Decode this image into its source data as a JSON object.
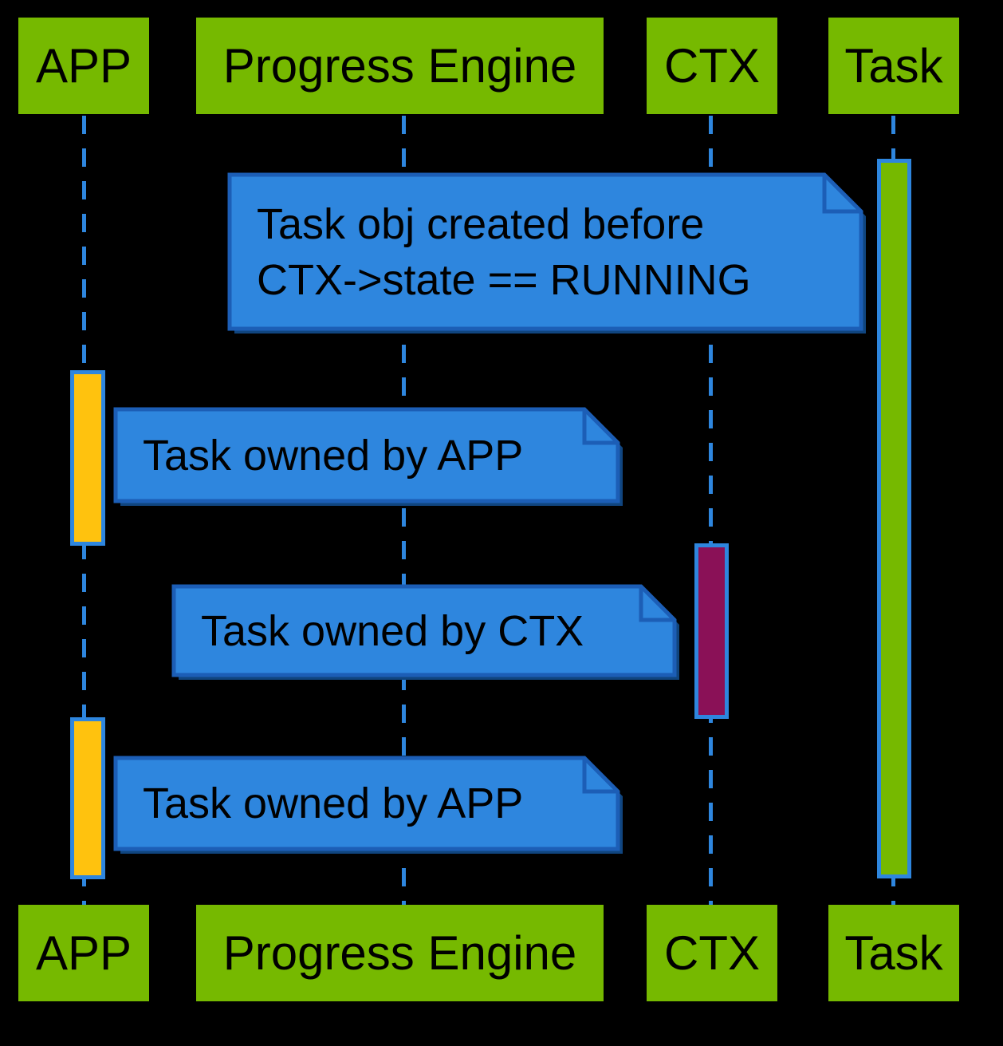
{
  "diagram": {
    "kind": "uml-sequence-diagram",
    "background_color": "#000000",
    "participants": [
      {
        "id": "app",
        "label": "APP"
      },
      {
        "id": "progress-engine",
        "label": "Progress Engine"
      },
      {
        "id": "ctx",
        "label": "CTX"
      },
      {
        "id": "task",
        "label": "Task"
      }
    ],
    "notes": [
      {
        "lines": [
          "Task obj created before",
          "CTX->state == RUNNING"
        ],
        "anchor": "progress-engine"
      },
      {
        "lines": [
          "Task owned by APP"
        ],
        "anchor": "app"
      },
      {
        "lines": [
          "Task owned by CTX"
        ],
        "anchor": "ctx"
      },
      {
        "lines": [
          "Task owned by APP"
        ],
        "anchor": "app"
      }
    ],
    "activations": [
      {
        "lifeline": "task",
        "color": "#76b900"
      },
      {
        "lifeline": "app",
        "color": "#ffc20e"
      },
      {
        "lifeline": "ctx",
        "color": "#8a1157"
      },
      {
        "lifeline": "app",
        "color": "#ffc20e"
      }
    ],
    "colors": {
      "participant_fill": "#76b900",
      "note_fill": "#2e86de",
      "note_border": "#1c5eb6",
      "note_shadow": "#10457f",
      "lifeline": "#2e86de",
      "activation_border": "#2e86de",
      "activation_yellow": "#ffc20e",
      "activation_magenta": "#8a1157",
      "activation_green": "#76b900",
      "text": "#000000"
    }
  }
}
